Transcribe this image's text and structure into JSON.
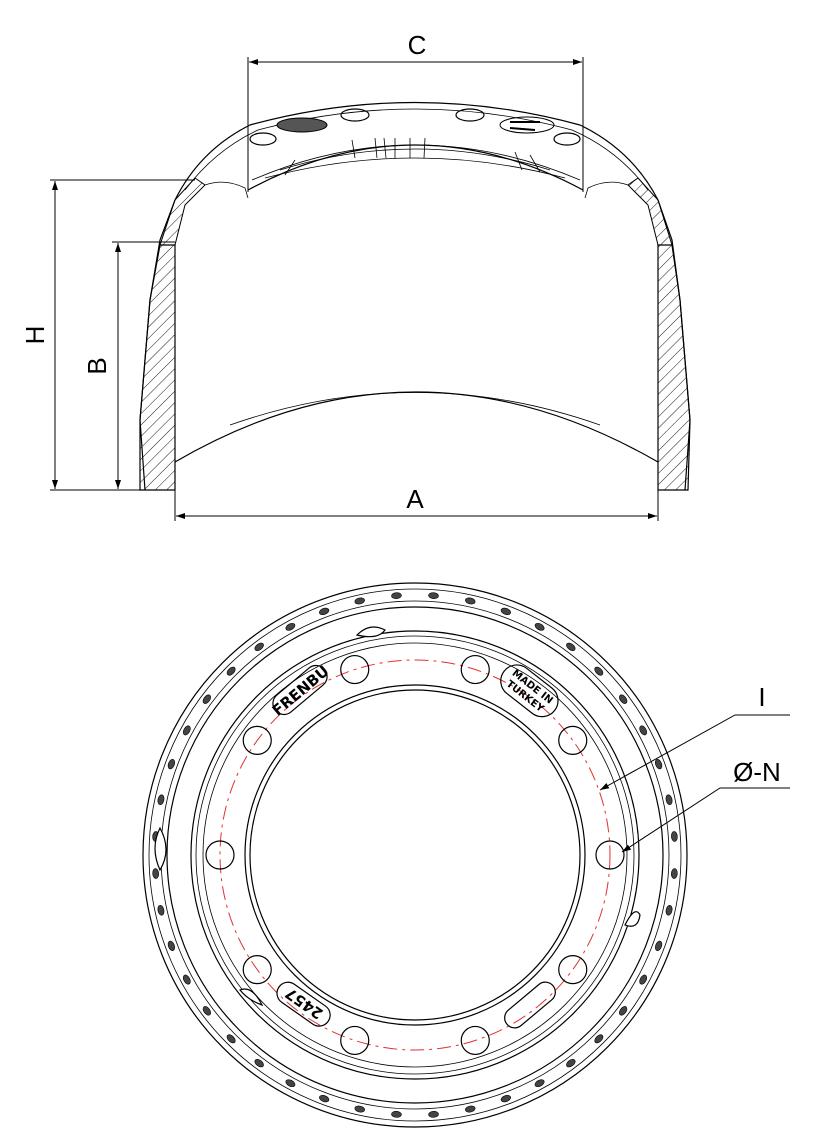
{
  "drawing": {
    "side_view": {
      "dimension_labels": {
        "c": "C",
        "h": "H",
        "b": "B",
        "a": "A"
      }
    },
    "bottom_view": {
      "dimension_labels": {
        "i": "I",
        "n": "Ø-N"
      },
      "embossing": {
        "brand": "FRENBU",
        "origin_line1": "MADE IN",
        "origin_line2": "TURKEY",
        "part_number": "2457"
      },
      "bolt_hole_count": 10,
      "rim_dot_count": 44,
      "colors": {
        "line": "#000000",
        "centerline": "#e03030"
      }
    }
  }
}
